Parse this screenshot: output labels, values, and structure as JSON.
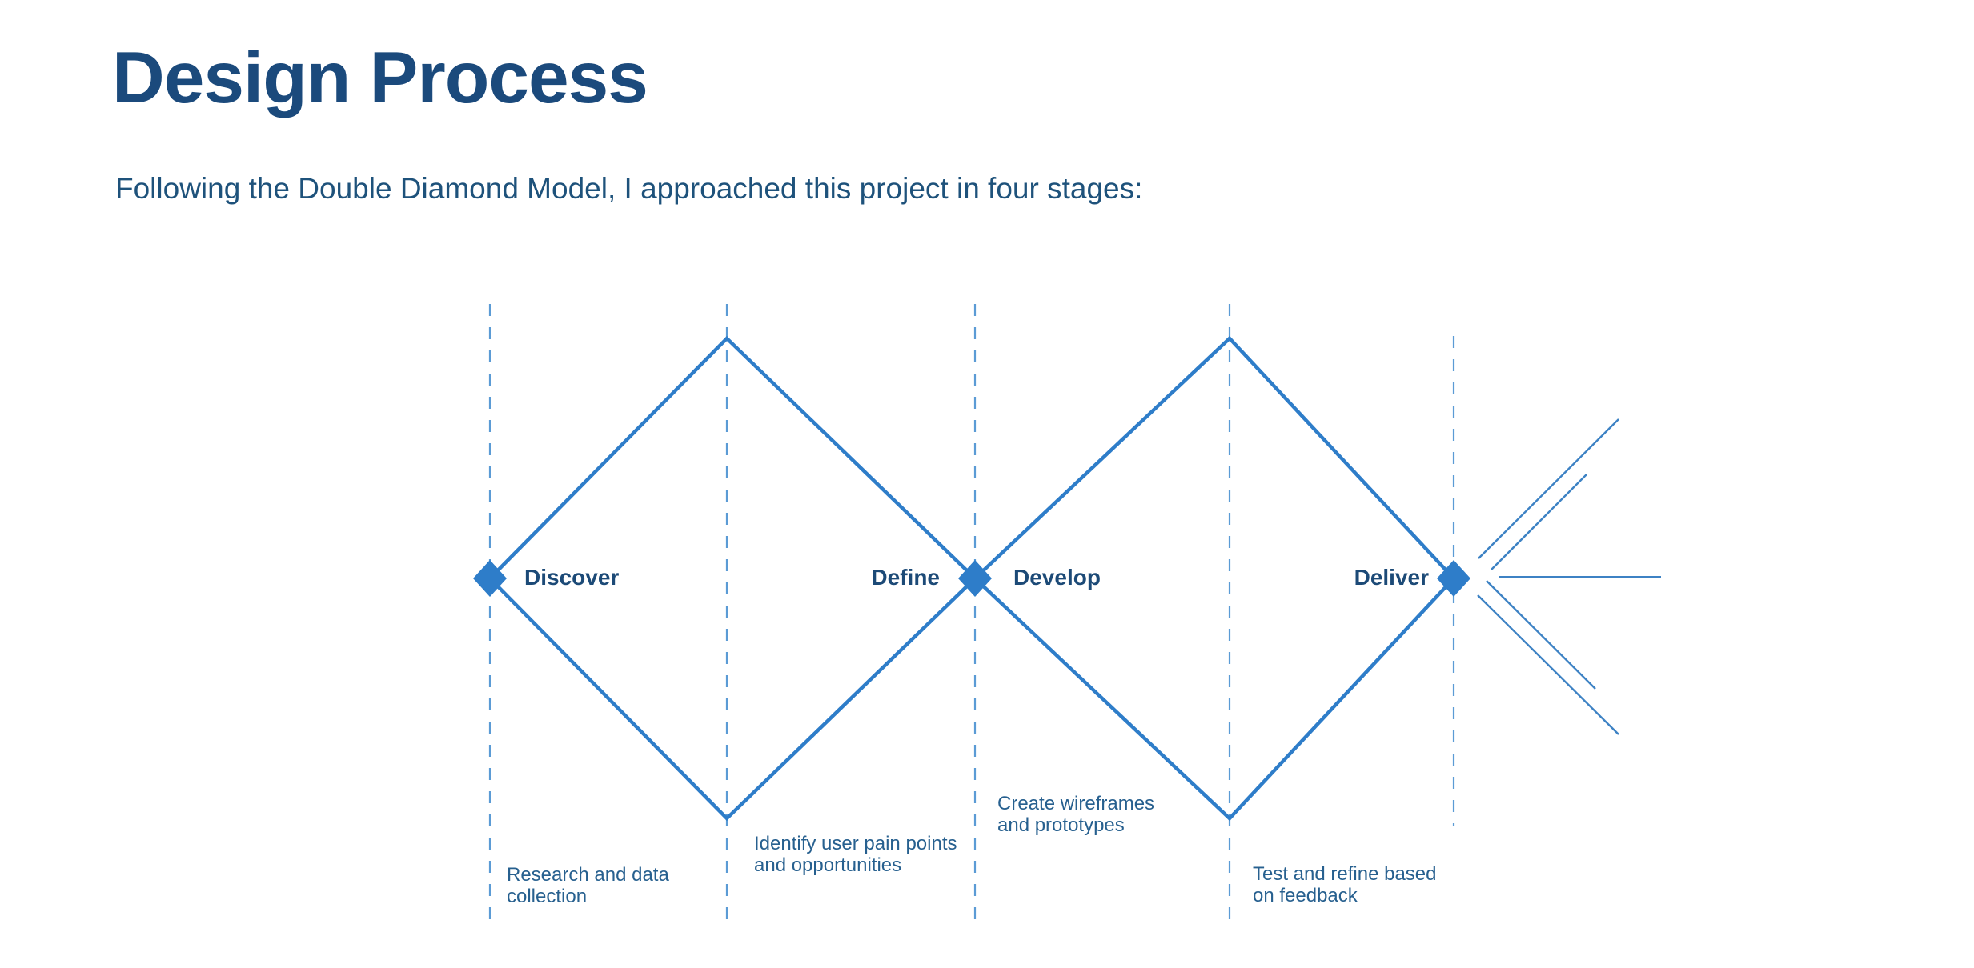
{
  "page": {
    "title": "Design Process",
    "subtitle": "Following the Double Diamond Model, I approached this project in four stages:"
  },
  "diagram": {
    "model_name": "Double Diamond Model",
    "stages": [
      {
        "label": "Discover",
        "annotation_line1": "Research and data",
        "annotation_line2": "collection"
      },
      {
        "label": "Define",
        "annotation_line1": "Identify user pain points",
        "annotation_line2": "and opportunities"
      },
      {
        "label": "Develop",
        "annotation_line1": "Create wireframes",
        "annotation_line2": "and prototypes"
      },
      {
        "label": "Deliver",
        "annotation_line1": "Test and refine based",
        "annotation_line2": "on feedback"
      }
    ],
    "colors": {
      "title_text": "#1b4a7c",
      "subtitle_text": "#1e527b",
      "stage_label_text": "#1c4a77",
      "annotation_text": "#27608f",
      "diamond_stroke": "#2e7dc9",
      "marker_fill": "#2e7dc9",
      "dashed_guideline": "#5b9bd5",
      "burst_line": "#3d82c4",
      "background": "#ffffff"
    }
  }
}
